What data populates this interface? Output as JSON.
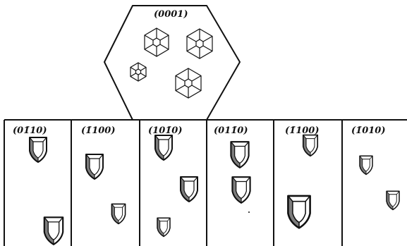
{
  "diagram": {
    "basal_face": {
      "label": "(0001)",
      "etch_pits": [
        "hexagonal-pit",
        "hexagonal-pit",
        "hexagonal-pit",
        "hexagonal-pit"
      ]
    },
    "prism_faces": [
      {
        "label": "(01̄10)",
        "etch_pit_count": 2
      },
      {
        "label": "(1̄100)",
        "etch_pit_count": 2
      },
      {
        "label": "(101̄0)",
        "etch_pit_count": 3
      },
      {
        "label": "(011̄0)",
        "etch_pit_count": 2
      },
      {
        "label": "(1̄100)",
        "etch_pit_count": 2
      },
      {
        "label": "(1̄010)",
        "etch_pit_count": 2
      }
    ]
  }
}
